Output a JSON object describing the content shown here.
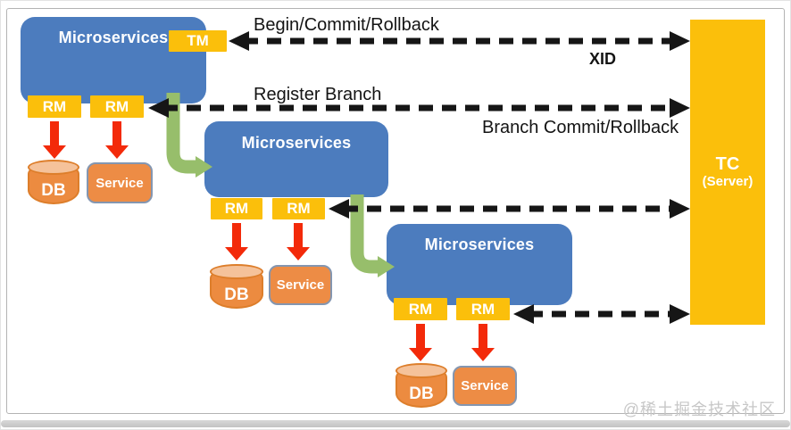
{
  "edges": {
    "begin_commit_rollback": "Begin/Commit/Rollback",
    "xid": "XID",
    "register_branch": "Register Branch",
    "branch_commit_rollback": "Branch Commit/Rollback"
  },
  "nodes": {
    "microservices_1": {
      "label": "Microservices",
      "tm": "TM",
      "rm_1": "RM",
      "rm_2": "RM",
      "db": "DB",
      "service": "Service"
    },
    "microservices_2": {
      "label": "Microservices",
      "rm_1": "RM",
      "rm_2": "RM",
      "db": "DB",
      "service": "Service"
    },
    "microservices_3": {
      "label": "Microservices",
      "rm_1": "RM",
      "rm_2": "RM",
      "db": "DB",
      "service": "Service"
    },
    "tc": {
      "label": "TC",
      "sublabel": "(Server)"
    }
  },
  "watermark": "@稀土掘金技术社区",
  "colors": {
    "microservice_blue": "#4C7CBE",
    "component_yellow": "#FBBF0B",
    "resource_orange": "#EC8B40",
    "db_top_orange": "#F5C29A",
    "service_border": "#8496B0",
    "arrow_red": "#F32A0A",
    "flow_green": "#97BE6B",
    "dashed_black": "#161616",
    "watermark_gray": "#C7C7C7"
  }
}
